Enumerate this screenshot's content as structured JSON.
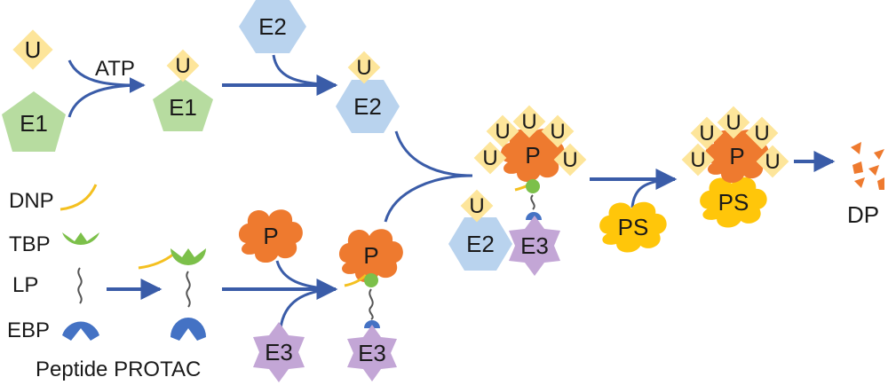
{
  "colors": {
    "ubiquitin": "#fde59a",
    "e1": "#b7dca0",
    "e2": "#b9d3ee",
    "e3": "#c3a6d6",
    "protein": "#ee7a2f",
    "ps": "#ffc60a",
    "arrow": "#3a5ca8",
    "dnp": "#f4c020",
    "tbp": "#7cc04a",
    "ebp": "#4472c4",
    "linker": "#555555"
  },
  "labels": {
    "u": "U",
    "atp": "ATP",
    "e1": "E1",
    "e2": "E2",
    "e3": "E3",
    "p": "P",
    "ps": "PS",
    "dp": "DP"
  },
  "legend": {
    "dnp": "DNP",
    "tbp": "TBP",
    "lp": "LP",
    "ebp": "EBP"
  },
  "caption": "Peptide PROTAC"
}
